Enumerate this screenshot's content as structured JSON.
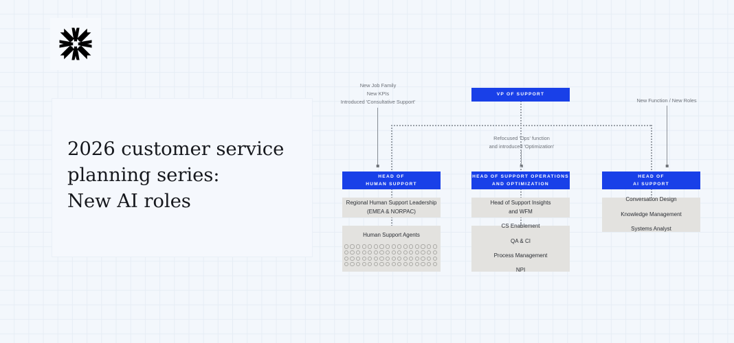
{
  "background": {
    "canvas_color": "#f3f7fc",
    "grid_line_color": "#e6edf5"
  },
  "brand": {
    "logo_icon": "starburst-asterisk-logo",
    "logo_color": "#000000"
  },
  "title_card": {
    "title": "2026 customer service\nplanning series:\nNew AI roles"
  },
  "org_chart": {
    "accent_blue": "#1940e8",
    "box_gray": "#e3e2df",
    "annotations": [
      {
        "name": "human-support-annotation",
        "text": "New Job Family\nNew KPIs\nIntroduced 'Consultative Support'"
      },
      {
        "name": "ops-optimization-annotation",
        "text": "Refocused 'Ops' function\nand introduced 'Optimization'"
      },
      {
        "name": "ai-support-annotation",
        "text": "New Function / New Roles"
      }
    ],
    "top_node": {
      "label": "VP OF SUPPORT"
    },
    "columns": [
      {
        "id": "human-support",
        "head": {
          "label": "HEAD OF\nHUMAN SUPPORT"
        },
        "boxes": [
          {
            "id": "regional-leadership",
            "lines": [
              "Regional Human Support Leadership",
              "(EMEA & NORPAC)"
            ]
          },
          {
            "id": "human-support-agents",
            "lines": [
              "Human Support Agents"
            ],
            "agent_rows": 4,
            "agent_cols": 16
          }
        ]
      },
      {
        "id": "support-operations",
        "head": {
          "label": "HEAD OF SUPPORT OPERATIONS\nAND OPTIMIZATION"
        },
        "boxes": [
          {
            "id": "support-insights",
            "lines": [
              "Head of Support Insights",
              "and WFM"
            ]
          },
          {
            "id": "ops-functions",
            "lines": [
              "CS Enablement",
              "QA & CI",
              "Process Management",
              "NPI"
            ]
          }
        ]
      },
      {
        "id": "ai-support",
        "head": {
          "label": "HEAD OF\nAI SUPPORT"
        },
        "boxes": [
          {
            "id": "ai-roles",
            "lines": [
              "Conversation Design",
              "Knowledge Management",
              "Systems Analyst"
            ]
          }
        ]
      }
    ]
  }
}
